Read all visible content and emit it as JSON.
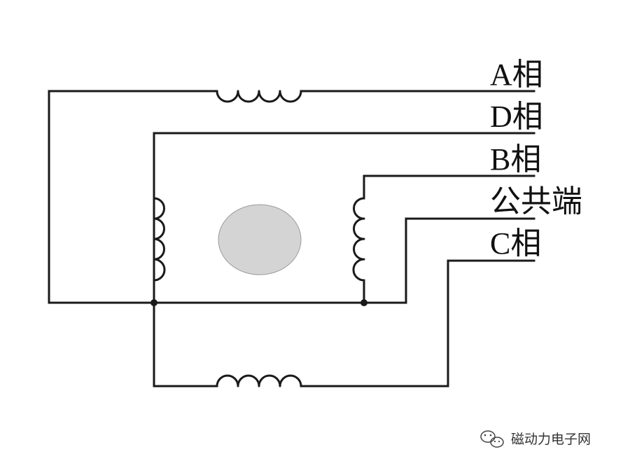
{
  "labels": {
    "phase_a": "A相",
    "phase_d": "D相",
    "phase_b": "B相",
    "common": "公共端",
    "phase_c": "C相"
  },
  "watermark": {
    "icon": "wechat-bubble-icon",
    "text": "磁动力电子网"
  },
  "colors": {
    "line": "#1a1a1a",
    "rotor_fill": "#d4d4d4",
    "rotor_edge": "#9a9a9a"
  }
}
